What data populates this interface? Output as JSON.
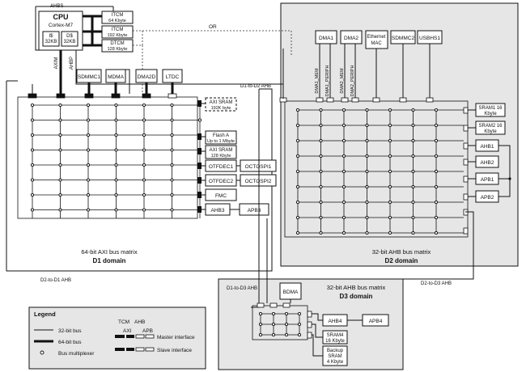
{
  "cpu": {
    "title": "CPU",
    "subtitle": "Cortex-M7",
    "ahbs": "AHBS",
    "i_cache": "I$",
    "i_size": "32KB",
    "d_cache": "D$",
    "d_size": "32KB",
    "axim": "AXIM",
    "ahbp": "AHBP"
  },
  "tcm": [
    {
      "name": "ITCM",
      "size": "64 Kbyte"
    },
    {
      "name": "ITCM",
      "size": "192 Kbyte"
    },
    {
      "name": "DTCM",
      "size": "128 Kbyte"
    }
  ],
  "or_label": "OR",
  "d1": {
    "masters": [
      "SDMMC1",
      "MDMA",
      "DMA2D",
      "LTDC"
    ],
    "title": "64-bit AXI bus matrix",
    "domain": "D1 domain",
    "slaves": [
      {
        "line1": "AXI SRAM",
        "line2": "192K byte"
      },
      {
        "line1": "Flash A",
        "line2": "Up to 1 Mbyte"
      },
      {
        "line1": "AXI SRAM",
        "line2": "128 Kbyte"
      },
      {
        "line1": "OTFDEC1",
        "line2": ""
      },
      {
        "line1": "OTFDEC2",
        "line2": ""
      },
      {
        "line1": "FMC",
        "line2": ""
      },
      {
        "line1": "AHB3",
        "line2": ""
      }
    ],
    "octospi": [
      "OCTOSPI1",
      "OCTOSPI2"
    ],
    "apb3": "APB3",
    "d1_to_d2": "D1-to-D2 AHB",
    "d2_to_d1": "D2-to-D1 AHB"
  },
  "d2": {
    "masters": [
      {
        "line1": "DMA1",
        "line2": ""
      },
      {
        "line1": "DMA2",
        "line2": ""
      },
      {
        "line1": "Ethernet",
        "line2": "MAC"
      },
      {
        "line1": "SDMMC2",
        "line2": ""
      },
      {
        "line1": "USBHS1",
        "line2": ""
      }
    ],
    "ports": [
      "DMA1_MEM",
      "DMA1_PERIPH",
      "DMA2_MEM",
      "DMA2_PERIPH"
    ],
    "slaves": [
      {
        "line1": "SRAM1 16",
        "line2": "Kbyte"
      },
      {
        "line1": "SRAM2 16",
        "line2": "Kbyte"
      },
      {
        "line1": "AHB1",
        "line2": ""
      },
      {
        "line1": "AHB2",
        "line2": ""
      },
      {
        "line1": "APB1",
        "line2": ""
      },
      {
        "line1": "APB2",
        "line2": ""
      }
    ],
    "title": "32-bit AHB bus matrix",
    "domain": "D2 domain",
    "d2_to_d3": "D2-to-D3 AHB"
  },
  "d3": {
    "title": "32-bit AHB bus matrix",
    "domain": "D3 domain",
    "bdma": "BDMA",
    "ahb4": "AHB4",
    "apb4": "APB4",
    "sram4": {
      "line1": "SRAM4",
      "line2": "16 Kbyte"
    },
    "backup": {
      "line1": "Backup",
      "line2": "SRAM",
      "line3": "4 Kbyte"
    },
    "d1_to_d3": "D1-to-D3 AHB"
  },
  "legend": {
    "title": "Legend",
    "bus32": "32-bit bus",
    "bus64": "64-bit bus",
    "mux": "Bus multiplexer",
    "tcm": "TCM",
    "ahb": "AHB",
    "axi": "AXI",
    "apb": "APB",
    "master": "Master interface",
    "slave": "Slave interface"
  }
}
